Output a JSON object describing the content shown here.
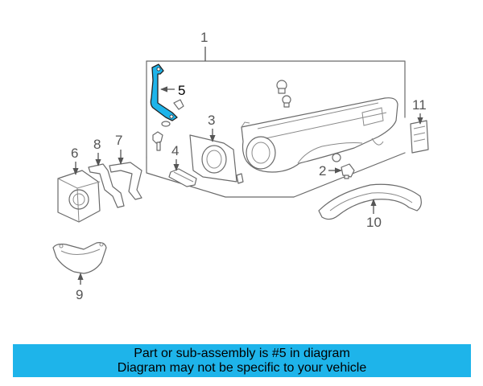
{
  "callouts": {
    "c1": "1",
    "c2": "2",
    "c3": "3",
    "c4": "4",
    "c5": "5",
    "c6": "6",
    "c7": "7",
    "c8": "8",
    "c9": "9",
    "c10": "10",
    "c11": "11"
  },
  "highlight_color": "#1eb4ea",
  "banner": {
    "line1": "Part or sub-assembly is #5 in diagram",
    "line2": "Diagram may not be specific to your vehicle"
  }
}
